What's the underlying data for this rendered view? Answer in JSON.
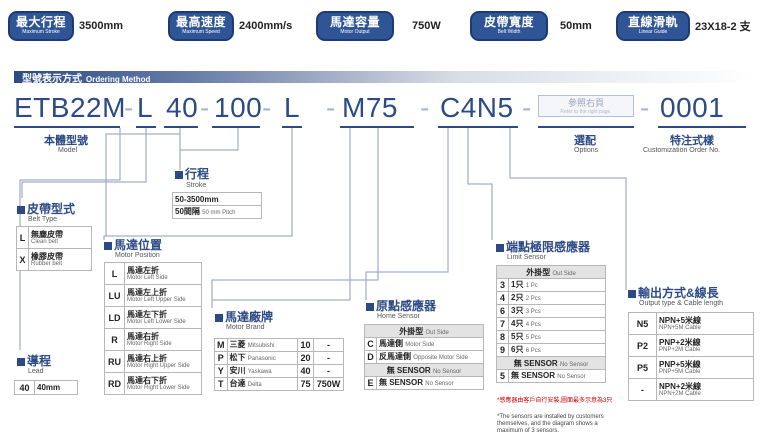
{
  "specs": [
    {
      "title": "最大行程",
      "sub": "Maximum Stroke",
      "value": "3500mm"
    },
    {
      "title": "最高速度",
      "sub": "Maximum Speed",
      "value": "2400mm/s"
    },
    {
      "title": "馬達容量",
      "sub": "Motor Output",
      "value": "750W"
    },
    {
      "title": "皮帶寬度",
      "sub": "Belt Width",
      "value": "50mm"
    },
    {
      "title": "直線滑軌",
      "sub": "Linear Guide",
      "value": "23X18-2 支"
    }
  ],
  "section": {
    "title": "型號表示方式",
    "title_en": "Ordering Method"
  },
  "code": {
    "p1": "ETB22M",
    "d1": "-",
    "p2": "L",
    "p3": "40",
    "d2": "-",
    "p4": "100",
    "d3": "-",
    "p5": "L",
    "d4": "-",
    "p6": "M75",
    "d5": "-",
    "p7": "C4N5",
    "d6": "-",
    "d7": "-",
    "p8": "0001"
  },
  "refbox": {
    "cn": "參照右頁",
    "en": "Refer to the right page."
  },
  "labels": {
    "model_cn": "本體型號",
    "model_en": "Model",
    "options_cn": "選配",
    "options_en": "Options",
    "custom_cn": "特注式樣",
    "custom_en": "Customization Order No."
  },
  "stroke": {
    "title": "行程",
    "en": "Stroke",
    "rows": [
      "50-3500mm",
      "50間隔"
    ],
    "note": "50 mm Pitch"
  },
  "belt": {
    "title": "皮帶型式",
    "en": "Belt Type",
    "rows": [
      {
        "key": "L",
        "cn": "無塵皮帶",
        "en": "Clean belt"
      },
      {
        "key": "X",
        "cn": "橡膠皮帶",
        "en": "Rubber belt"
      }
    ]
  },
  "lead": {
    "title": "導程",
    "en": "Lead",
    "key": "40",
    "val": "40mm"
  },
  "motor_pos": {
    "title": "馬達位置",
    "en": "Motor Position",
    "rows": [
      {
        "key": "L",
        "cn": "馬達左折",
        "en": "Motor Left Side"
      },
      {
        "key": "LU",
        "cn": "馬達左上折",
        "en": "Motor Left Upper Side"
      },
      {
        "key": "LD",
        "cn": "馬達左下折",
        "en": "Motor Left Lower Side"
      },
      {
        "key": "R",
        "cn": "馬達右折",
        "en": "Motor Right Side"
      },
      {
        "key": "RU",
        "cn": "馬達右上折",
        "en": "Motor Right Upper Side"
      },
      {
        "key": "RD",
        "cn": "馬達右下折",
        "en": "Motor Right Lower Side"
      }
    ]
  },
  "brand": {
    "title": "馬達廠牌",
    "en": "Motor Brand",
    "rows": [
      {
        "key": "M",
        "cn": "三菱",
        "en": "Mitsubishi",
        "num": "10",
        "w": "-"
      },
      {
        "key": "P",
        "cn": "松下",
        "en": "Panasonic",
        "num": "20",
        "w": "-"
      },
      {
        "key": "Y",
        "cn": "安川",
        "en": "Yaskawa",
        "num": "40",
        "w": "-"
      },
      {
        "key": "T",
        "cn": "台達",
        "en": "Delta",
        "num": "75",
        "w": "750W"
      }
    ]
  },
  "home": {
    "title": "原點感應器",
    "en": "Home Sensor",
    "head_cn": "外掛型",
    "head_en": "Out Side",
    "rows": [
      {
        "key": "C",
        "cn": "馬達側",
        "en": "Motor Side"
      },
      {
        "key": "D",
        "cn": "反馬達側",
        "en": "Opposite Motor Side"
      }
    ],
    "none_cn": "無 SENSOR",
    "none_en": "No Sensor",
    "none_key": "E"
  },
  "limit": {
    "title": "端點極限感應器",
    "en": "Limit Sensor",
    "head_cn": "外掛型",
    "head_en": "Out Side",
    "rows": [
      {
        "key": "3",
        "cn": "1只",
        "en": "1 Pc"
      },
      {
        "key": "4",
        "cn": "2只",
        "en": "2 Pcs"
      },
      {
        "key": "6",
        "cn": "3只",
        "en": "3 Pcs"
      },
      {
        "key": "7",
        "cn": "4只",
        "en": "4 Pcs"
      },
      {
        "key": "8",
        "cn": "5只",
        "en": "5 Pcs"
      },
      {
        "key": "9",
        "cn": "6只",
        "en": "6 Pcs"
      }
    ],
    "none_cn": "無 SENSOR",
    "none_en": "No Sensor",
    "none_key": "5",
    "note_cn": "*感應器由客戶自行安裝,圖面最多示意為3只",
    "note_en": "*The sensors are installed by customers themselves, and the diagram shows a maximum of 3 sensors."
  },
  "output": {
    "title": "輸出方式&線長",
    "en": "Output type & Cable length",
    "rows": [
      {
        "key": "N5",
        "cn": "NPN+5米線",
        "en": "NPN+5M Cable"
      },
      {
        "key": "P2",
        "cn": "PNP+2米線",
        "en": "PNP+2M Cable"
      },
      {
        "key": "P5",
        "cn": "PNP+5米線",
        "en": "PNP+5M Cable"
      },
      {
        "key": "-",
        "cn": "NPN+2米線",
        "en": "NPN+2M Cable"
      }
    ]
  },
  "colors": {
    "brand": "#2c4a86",
    "pill": "#2f5597",
    "note": "#cc0000"
  }
}
